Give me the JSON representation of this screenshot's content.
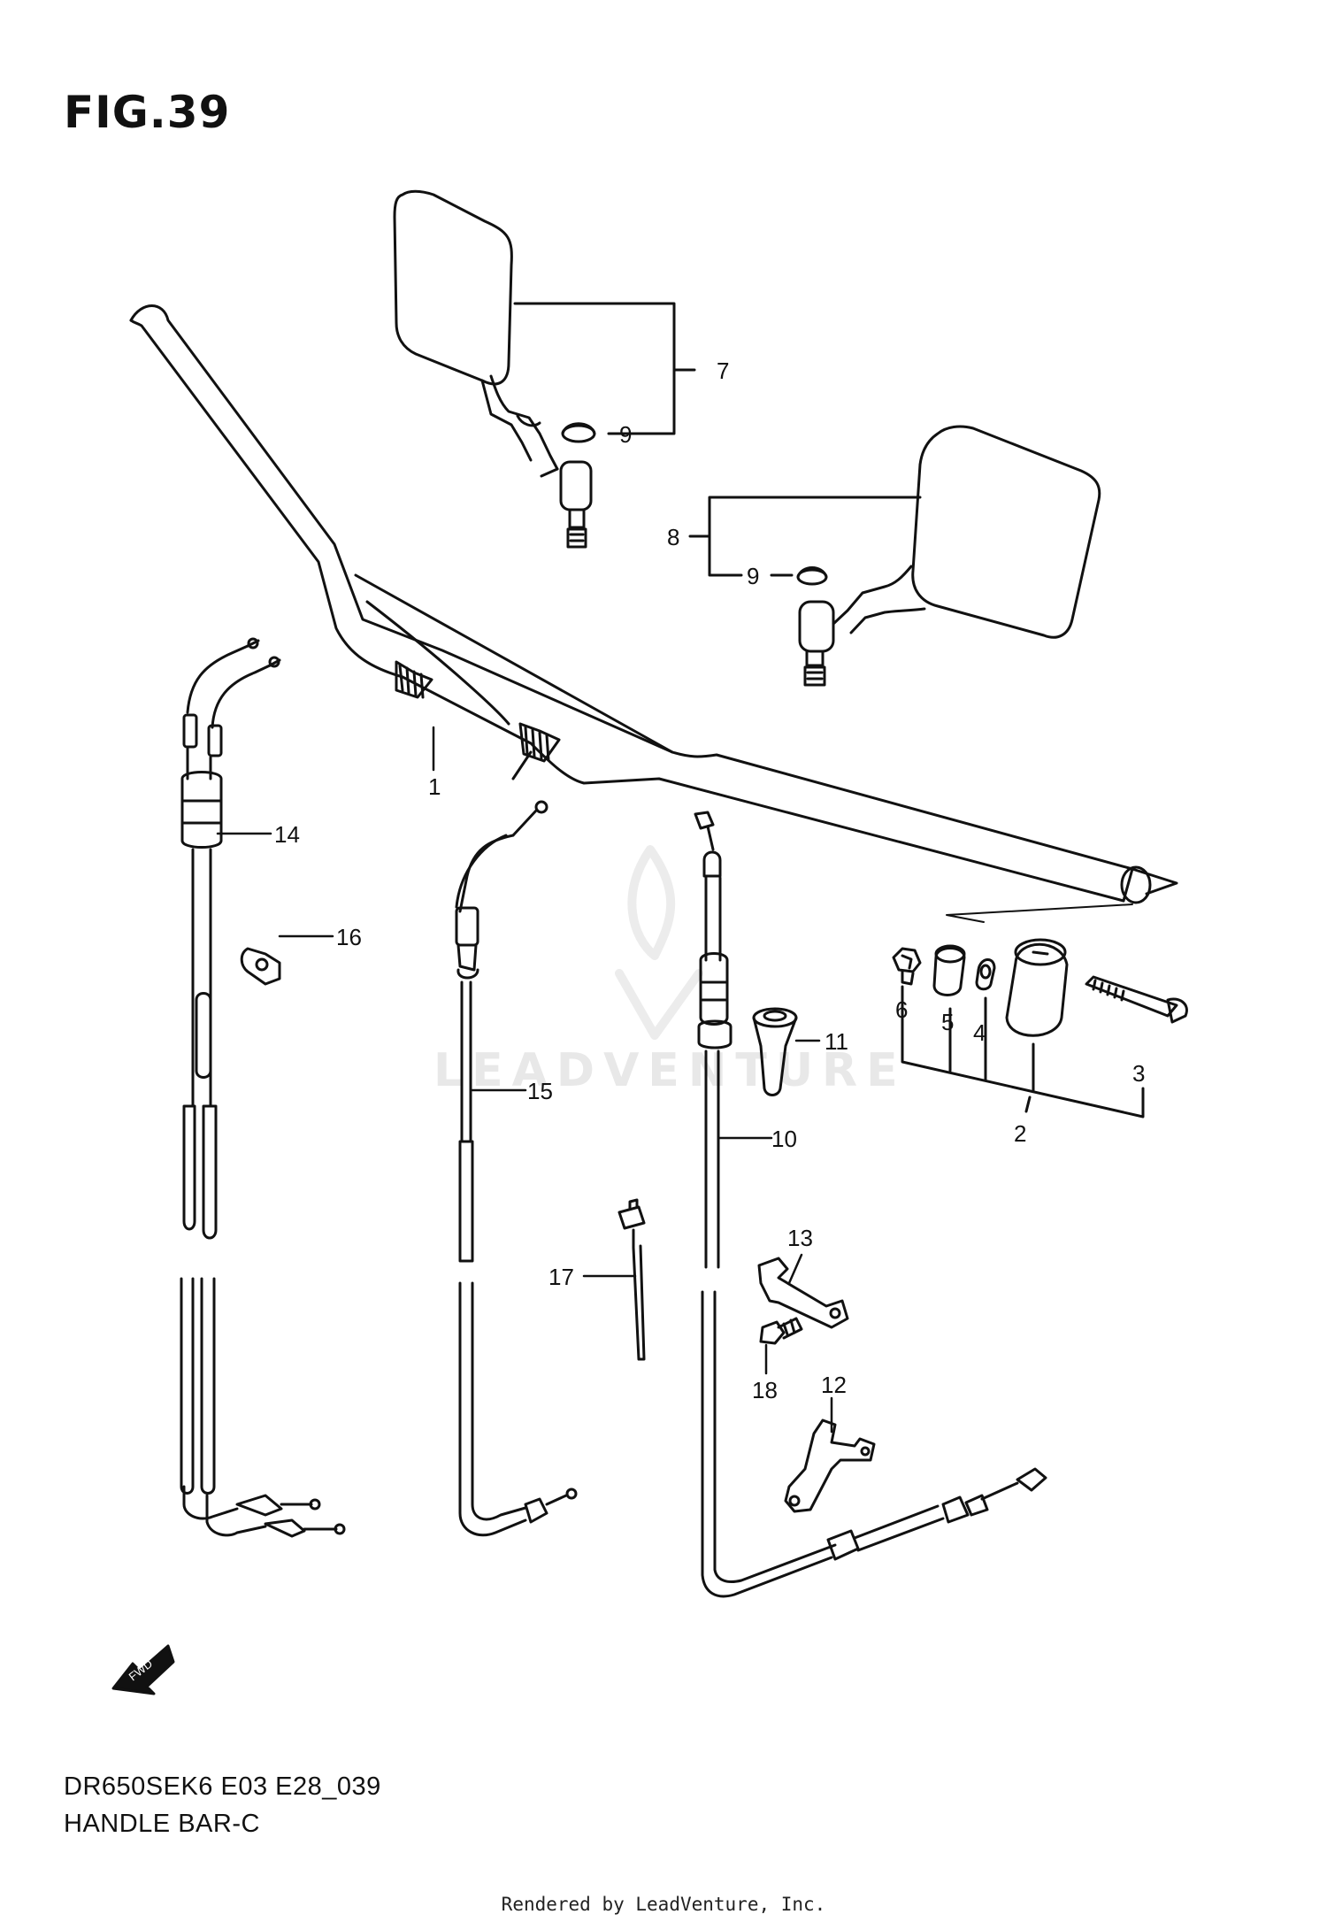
{
  "figure": {
    "title": "FIG.39",
    "model_code": "DR650SEK6 E03 E28_039",
    "section_name": "HANDLE BAR-C",
    "credit": "Rendered by LeadVenture, Inc.",
    "watermark": "LEADVENTURE",
    "fwd_label": "FWD"
  },
  "callouts": {
    "c1": "1",
    "c2": "2",
    "c3": "3",
    "c4": "4",
    "c5": "5",
    "c6": "6",
    "c7": "7",
    "c8": "8",
    "c9a": "9",
    "c9b": "9",
    "c10": "10",
    "c11": "11",
    "c12": "12",
    "c13": "13",
    "c14": "14",
    "c15": "15",
    "c16": "16",
    "c17": "17",
    "c18": "18"
  }
}
